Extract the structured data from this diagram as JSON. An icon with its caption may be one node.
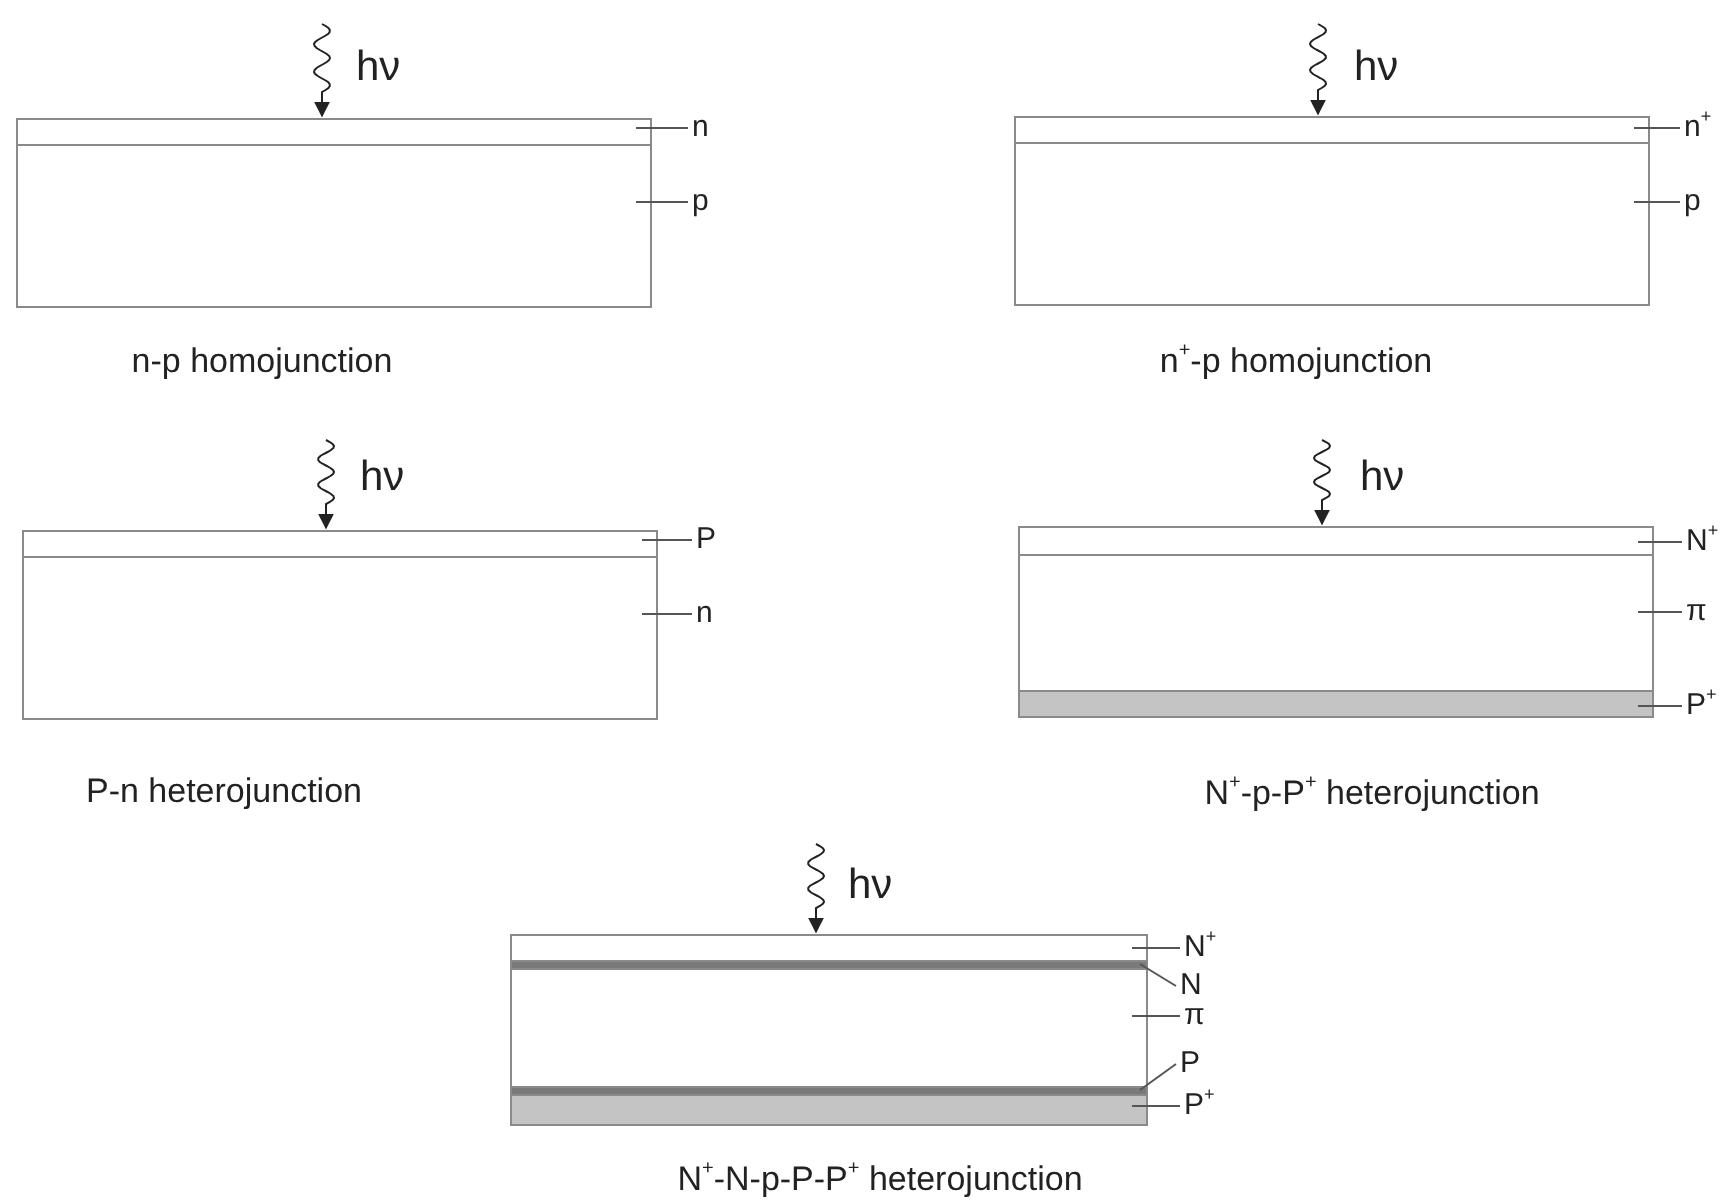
{
  "diagram": {
    "nodes": [
      {
        "text": [],
        "shape": "box"
      },
      {
        "text": [],
        "shape": "box"
      },
      {
        "text": [
          "n"
        ]
      },
      {
        "text": [
          "p"
        ]
      },
      {
        "text": [],
        "shape": "box"
      },
      {
        "text": [],
        "shape": "box"
      },
      {
        "text": [
          "n$^{+}$"
        ]
      },
      {
        "text": [
          "p"
        ]
      },
      {
        "text": [],
        "shape": "box"
      },
      {
        "text": [],
        "shape": "box"
      },
      {
        "text": [
          "P"
        ]
      },
      {
        "text": [
          "n"
        ]
      },
      {
        "text": [],
        "shape": "box"
      },
      {
        "text": [],
        "shape": "box"
      },
      {
        "text": [],
        "shape": "box"
      },
      {
        "text": [
          "N$^{+}$"
        ]
      },
      {
        "text": [
          "π"
        ]
      },
      {
        "text": [
          "P$^{+}$"
        ]
      },
      {
        "text": [],
        "shape": "box"
      },
      {
        "text": [],
        "shape": "box"
      },
      {
        "text": [],
        "shape": "box"
      },
      {
        "text": [],
        "shape": "box"
      },
      {
        "text": [],
        "shape": "box"
      },
      {
        "text": [
          "N$^{+}$"
        ]
      },
      {
        "text": [
          "N"
        ]
      },
      {
        "text": [
          "π"
        ]
      },
      {
        "text": [
          "P"
        ]
      },
      {
        "text": [
          "P$^{+}$"
        ]
      }
    ],
    "edges": [
      {
        "from": 2,
        "to": 0,
        "arrow": "none"
      },
      {
        "from": 3,
        "to": 1,
        "arrow": "none"
      },
      {
        "from": 6,
        "to": 4,
        "arrow": "none"
      },
      {
        "from": 7,
        "to": 5,
        "arrow": "none"
      },
      {
        "from": 10,
        "to": 8,
        "arrow": "none"
      },
      {
        "from": 11,
        "to": 9,
        "arrow": "none"
      },
      {
        "from": 15,
        "to": 12,
        "arrow": "none"
      },
      {
        "from": 16,
        "to": 13,
        "arrow": "none"
      },
      {
        "from": 17,
        "to": 14,
        "arrow": "none"
      },
      {
        "from": 23,
        "to": 18,
        "arrow": "none"
      },
      {
        "from": 24,
        "to": 19,
        "arrow": "none"
      },
      {
        "from": 25,
        "to": 20,
        "arrow": "none"
      },
      {
        "from": 26,
        "to": 21,
        "arrow": "none"
      },
      {
        "from": 27,
        "to": 22,
        "arrow": "none"
      }
    ],
    "labels": [
      "hν",
      "hν",
      "n-p homojunction",
      "n$^{+}$-p homojunction",
      "hν",
      "hν",
      "P-n heterojunction",
      "N$^{+}$-p-P$^{+}$ heterojunction",
      "hν",
      "N$^{+}$-N-p-P-P$^{+}$ heterojunction"
    ]
  }
}
